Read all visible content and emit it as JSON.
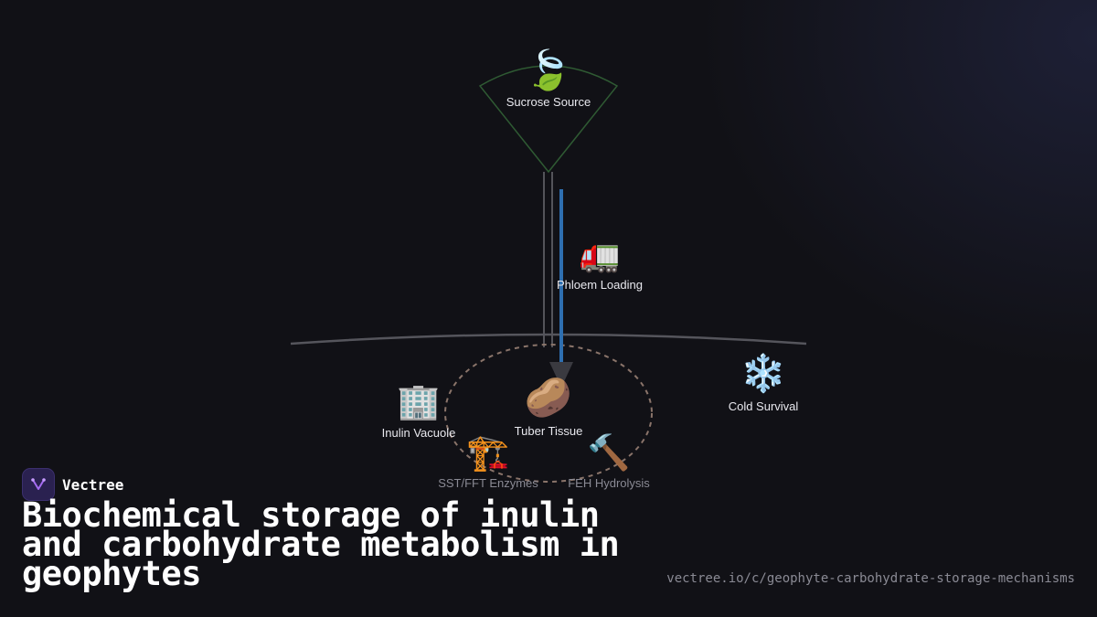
{
  "nodes": {
    "sucrose_source": {
      "label": "Sucrose Source",
      "icon": "leaf-fluttering-icon",
      "glyph": "🍃"
    },
    "phloem_loading": {
      "label": "Phloem Loading",
      "icon": "truck-icon",
      "glyph": "🚛"
    },
    "tuber_tissue": {
      "label": "Tuber Tissue",
      "icon": "potato-icon",
      "glyph": "🥔"
    },
    "inulin_vacuole": {
      "label": "Inulin Vacuole",
      "icon": "building-icon",
      "glyph": "🏢"
    },
    "cold_survival": {
      "label": "Cold Survival",
      "icon": "snowflake-icon",
      "glyph": "❄️"
    },
    "sst_fft": {
      "label": "SST/FFT Enzymes",
      "icon": "construction-crane-icon",
      "glyph": "🏗️"
    },
    "feh_hydrolysis": {
      "label": "FEH Hydrolysis",
      "icon": "hammer-icon",
      "glyph": "🔨"
    }
  },
  "brand": {
    "name": "Vectree",
    "logo_icon": "vectree-logo-icon",
    "logo_color": "#2a2150"
  },
  "title": "Biochemical storage of inulin and carbohydrate metabolism in geophytes",
  "url": "vectree.io/c/geophyte-carbohydrate-storage-mechanisms",
  "colors": {
    "background": "#111116",
    "phloem_flow": "#2e6fb0",
    "sector_stroke": "#2f5a33",
    "tuber_ring": "#8a746a",
    "ground_line": "#55555c"
  }
}
